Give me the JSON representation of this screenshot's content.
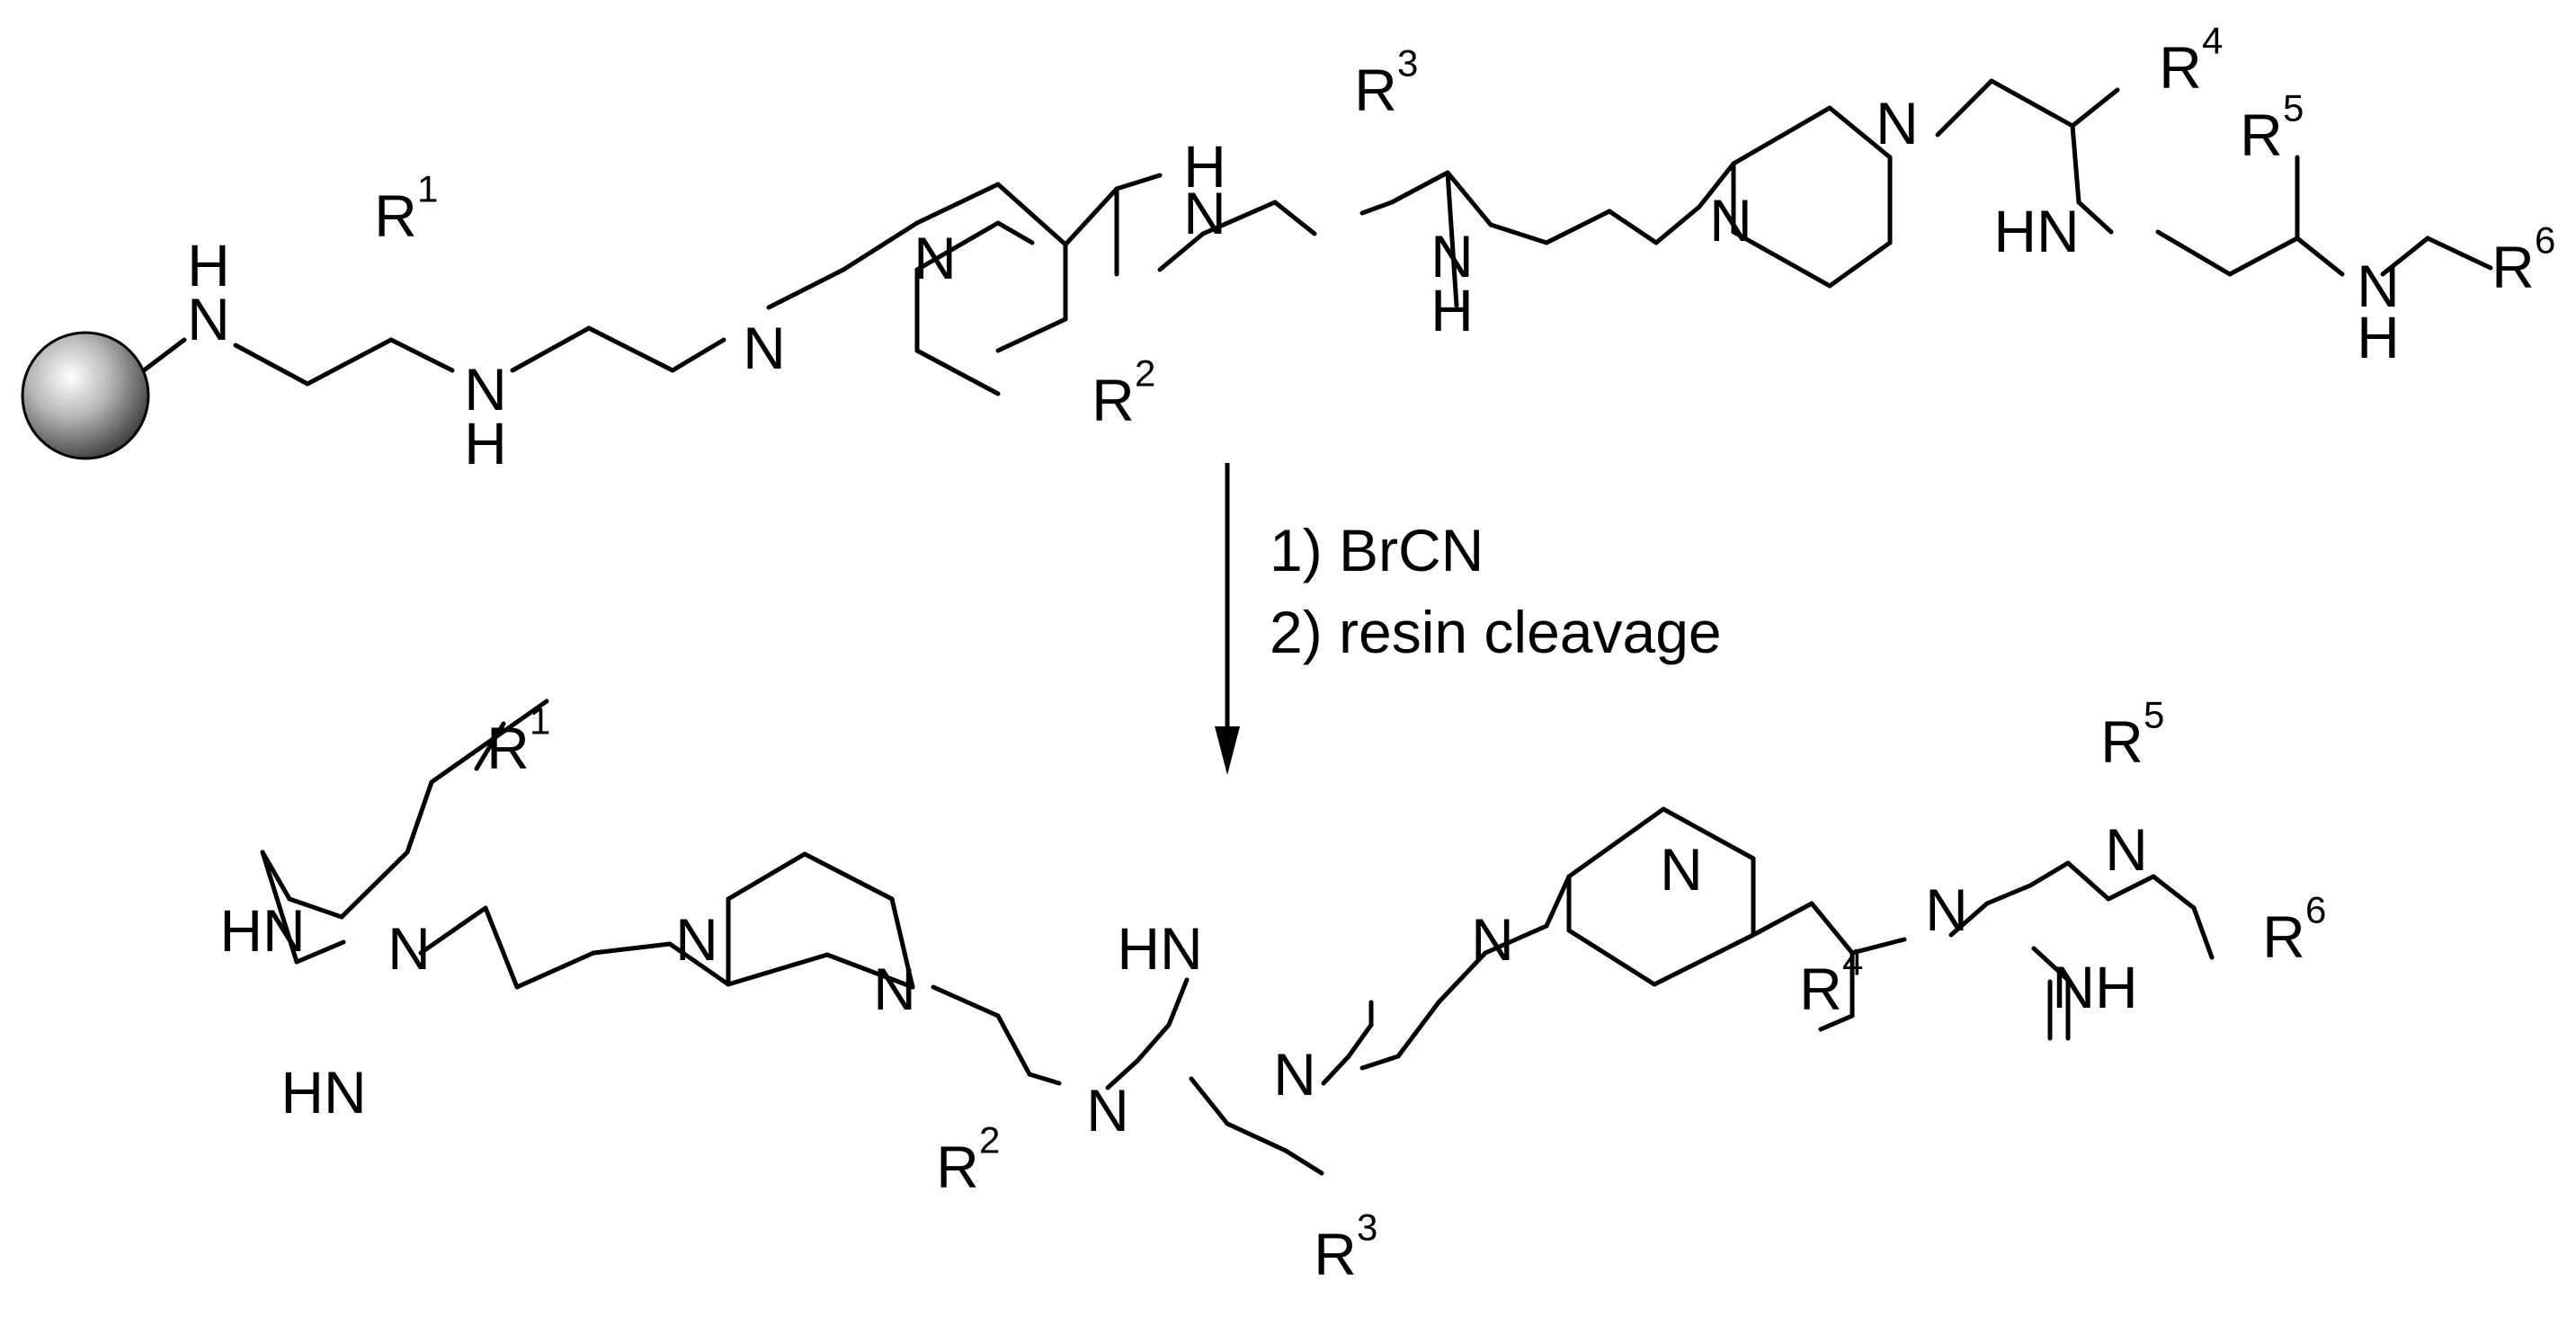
{
  "scheme": {
    "conditions": {
      "step1": "1) BrCN",
      "step2": "2) resin cleavage"
    },
    "top_labels": [
      {
        "t": "H"
      },
      {
        "t": "N"
      },
      {
        "t": "R",
        "s": "1"
      },
      {
        "t": "N"
      },
      {
        "t": "H"
      },
      {
        "t": "N"
      },
      {
        "t": "N"
      },
      {
        "t": "R",
        "s": "2"
      },
      {
        "t": "H"
      },
      {
        "t": "N"
      },
      {
        "t": "R",
        "s": "3"
      },
      {
        "t": "N"
      },
      {
        "t": "H"
      },
      {
        "t": "N"
      },
      {
        "t": "N"
      },
      {
        "t": "R",
        "s": "4"
      },
      {
        "t": "HN"
      },
      {
        "t": "R",
        "s": "5"
      },
      {
        "t": "N"
      },
      {
        "t": "H"
      },
      {
        "t": "R",
        "s": "6"
      }
    ],
    "bottom_labels": [
      {
        "t": "R",
        "s": "1"
      },
      {
        "t": "HN"
      },
      {
        "t": "N"
      },
      {
        "t": "HN"
      },
      {
        "t": "N"
      },
      {
        "t": "N"
      },
      {
        "t": "R",
        "s": "2"
      },
      {
        "t": "HN"
      },
      {
        "t": "N"
      },
      {
        "t": "N"
      },
      {
        "t": "R",
        "s": "3"
      },
      {
        "t": "N"
      },
      {
        "t": "N"
      },
      {
        "t": "R",
        "s": "4"
      },
      {
        "t": "N"
      },
      {
        "t": "R",
        "s": "5"
      },
      {
        "t": "N"
      },
      {
        "t": "NH"
      },
      {
        "t": "R",
        "s": "6"
      }
    ]
  }
}
